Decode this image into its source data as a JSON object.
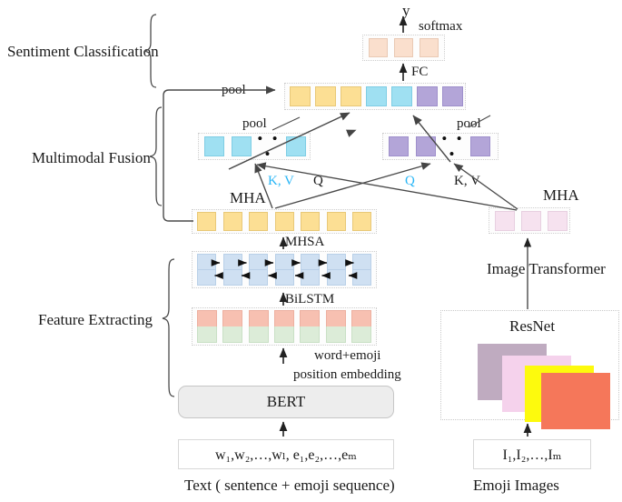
{
  "figure": {
    "stages": [
      {
        "id": "sentiment",
        "label": "Sentiment Classification"
      },
      {
        "id": "fusion",
        "label": "Multimodal Fusion"
      },
      {
        "id": "feature",
        "label": "Feature Extracting"
      }
    ],
    "output": {
      "variable": "y",
      "activation": "softmax",
      "fc": "FC",
      "logits_blocks": 3,
      "logits_color": "#fadfcd"
    },
    "fusion_row": {
      "segments": [
        {
          "name": "text-pooled",
          "count": 3,
          "color": "#fcdf94"
        },
        {
          "name": "text-attended-pooled",
          "count": 2,
          "color": "#9fe0f2"
        },
        {
          "name": "image-attended-pooled",
          "count": 2,
          "color": "#b3a5d8"
        }
      ]
    },
    "pool_labels": [
      "pool",
      "pool",
      "pool"
    ],
    "attention": {
      "left_block": {
        "name": "cross-attn-text",
        "count": 3,
        "color": "#9fe0f2",
        "ellipsis": "• • •"
      },
      "right_block": {
        "name": "cross-attn-image",
        "count": 3,
        "color": "#b3a5d8",
        "ellipsis": "• • •"
      },
      "labels": [
        {
          "text": "K, V",
          "color": "#29b6f6"
        },
        {
          "text": "Q",
          "color": "#111111"
        },
        {
          "text": "Q",
          "color": "#29b6f6"
        },
        {
          "text": "K, V",
          "color": "#111111"
        }
      ],
      "mha_left": "MHA",
      "mha_right": "MHA"
    },
    "text_branch": {
      "mhsa_label": "MHSA",
      "mhsa_row": {
        "count": 7,
        "color": "#fcdf94"
      },
      "bilstm_label": "BiLSTM",
      "bilstm_row": {
        "count": 7,
        "color": "#cfe0f2"
      },
      "embedding_label": [
        "word+emoji",
        "position embedding"
      ],
      "embedding_row": {
        "count": 7,
        "top_color": "#f7c0b1",
        "bottom_color": "#dcecd8"
      },
      "encoder": "BERT",
      "input_tokens": "w₁,w₂,…,wₗ,  e₁,e₂,…,eₘ",
      "input_caption": "Text ( sentence + emoji sequence)"
    },
    "image_branch": {
      "mha_row": {
        "count": 3,
        "color": "#f6e2ef"
      },
      "transformer_label": "Image Transformer",
      "backbone": "ResNet",
      "image_stack_colors": [
        "#bfabc0",
        "#f5d2ec",
        "#fdfa0d",
        "#f5775a"
      ],
      "input_tokens": "I₁,I₂,…,Iₘ",
      "input_caption": "Emoji Images"
    }
  }
}
